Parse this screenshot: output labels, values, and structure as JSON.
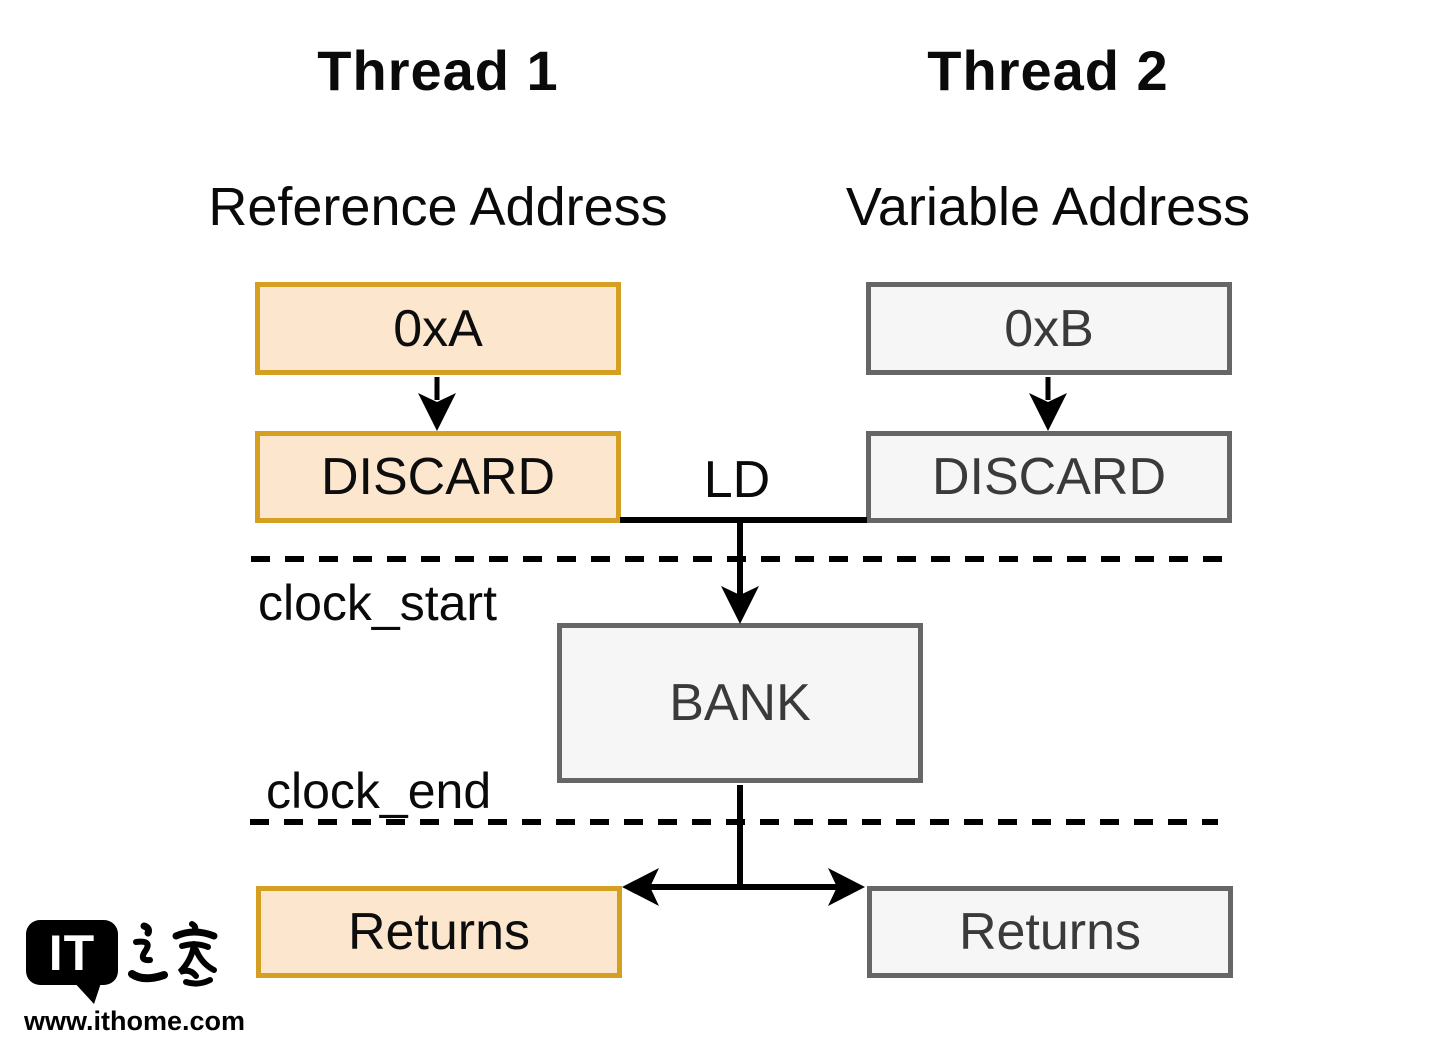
{
  "diagram": {
    "thread1": {
      "title": "Thread 1",
      "subtitle": "Reference Address",
      "address_box": "0xA",
      "discard_box": "DISCARD",
      "returns_box": "Returns"
    },
    "thread2": {
      "title": "Thread 2",
      "subtitle": "Variable Address",
      "address_box": "0xB",
      "discard_box": "DISCARD",
      "returns_box": "Returns"
    },
    "labels": {
      "ld": "LD",
      "clock_start": "clock_start",
      "clock_end": "clock_end",
      "bank_box": "BANK"
    },
    "colors": {
      "thread1_fill": "#FCE7CE",
      "thread1_border": "#D5A021",
      "thread2_fill": "#F6F6F6",
      "thread2_border": "#666666",
      "line": "#000000"
    }
  },
  "watermark": {
    "logo_text": "IT",
    "logo_cjk": "之家",
    "url": "www.ithome.com"
  }
}
